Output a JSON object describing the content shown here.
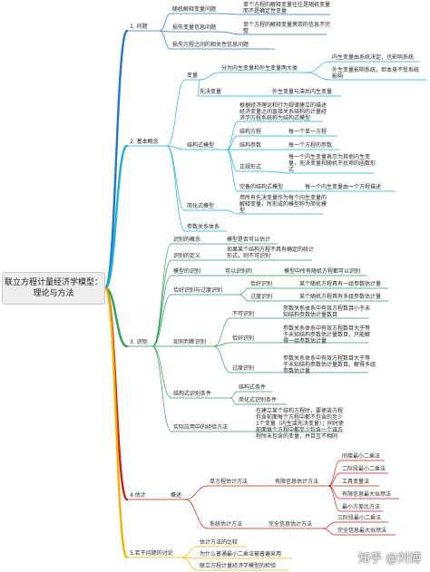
{
  "root": {
    "title": "联立方程计量经济学模型：\n理论与方法"
  },
  "colors": {
    "issues": "#2277cc",
    "concepts": "#1bb3cf",
    "identification": "#2ea055",
    "estimation": "#cc1f1f",
    "discussion": "#f2b400"
  },
  "sections": {
    "issues": {
      "label": "1. 问题",
      "n1": "随机解释变量问题",
      "n1a": "单个方程的解释变量往往是随机变量\n而不是确定性变量",
      "n2": "损失变量信息问题",
      "n2a": "单个方程的解释变量携带的信息不完\n整",
      "n3": "损失方程之间的相关性信息问题"
    },
    "concepts": {
      "label": "2. 基本概念",
      "var": "变量",
      "var1": "分为内生变量和外生变量两大类",
      "var1a": "内生变量由系统决定，也影响系统",
      "var1b": "外生变量影响系统，但本身不受系统\n影响",
      "pre": "先决变量",
      "pre1": "外生变量与滞后内生变量",
      "sm": "结构式模型",
      "sm_desc": "根据经济理论和行为规律建立的描述\n经济变量之间直接关系结构的计量经\n济学方程系统称为结构式模型",
      "sm1": "结构方程",
      "sm1a": "每一个单一方程",
      "sm2": "结构参数",
      "sm2a": "每一个方程的参数",
      "sm3": "正规形式",
      "sm3a": "每一个内生变量表示为其他内生变\n量，先决变量和随机干扰项的函数形\n式",
      "sm4": "完备的结构式模型",
      "sm4a": "每一个内生变量由一个方程描述",
      "rf": "简化式模型",
      "rf_desc": "用所有先决变量作为每个内生变量的\n解释变量，所形成的模型称为简化模\n型",
      "pr": "参数关系体系"
    },
    "identification": {
      "label": "3. 识别",
      "c1": "识别的概念",
      "c1a": "模型是否可以估计",
      "c2": "识别的定义",
      "c2a": "如果某个结构方程不具有确定的统计\n形式，则不可识别",
      "c3": "模型的识别",
      "c3a": "可以识别的",
      "c3b": "模型中所有随机方程都可以识别",
      "c4": "恰好识别与过度识别",
      "c4a": "恰好识别",
      "c4a1": "某个随机方程具有一组参数估计量",
      "c4b": "过度识别",
      "c4b1": "某个随机方程具有多组参数估计量",
      "c5": "如何判断识别",
      "c5a": "不可识别",
      "c5a1": "参数关系体系中有效方程数目小于未\n知结构参数估计量数目",
      "c5b": "恰好识别",
      "c5b1": "参数关系体系中有效方程数目大于等\n于未知结构参数估计量数目，只能解\n得一组参数估计量",
      "c5c": "过度识别",
      "c5c1": "参数关系体系中有效方程数目大于等\n于未知结构参数估计量数目，解得多组\n参数估计量",
      "c6": "结构式识别条件",
      "c6a": "结构式条件",
      "c6b": "简化式识别条件",
      "c7": "实际应用中的经验方法",
      "c7a": "在建立某个结构方程时，要使该方程\n包含前面每个方程中都不包含的至少\n1个变量（内生或先决变量）；同时使\n前面每个方程中都至少包含一个该方\n程所未包含的变量，并且互不相同"
    },
    "estimation": {
      "label": "4.估计",
      "overview": "概述",
      "single": "单方程估计方法",
      "limited": "有限信息估计方法",
      "m1": "间接最小二乘法",
      "m2": "二阶段最小二乘法",
      "m3": "工具变量法",
      "m4": "有限信息最大似然法",
      "m5": "最小方差比方法",
      "system": "系统估计方法",
      "full": "完全信息估计方法",
      "m6": "三阶段最小二乘法",
      "m7": "完全信息最大似然法"
    },
    "discussion": {
      "label": "5.若干问题的讨论",
      "d1": "估计方法的比较",
      "d2": "为什么普通最小二乘法被普遍采用",
      "d3": "联立方程计量经济学模型的检验"
    }
  },
  "watermark": "知乎 @刘博"
}
